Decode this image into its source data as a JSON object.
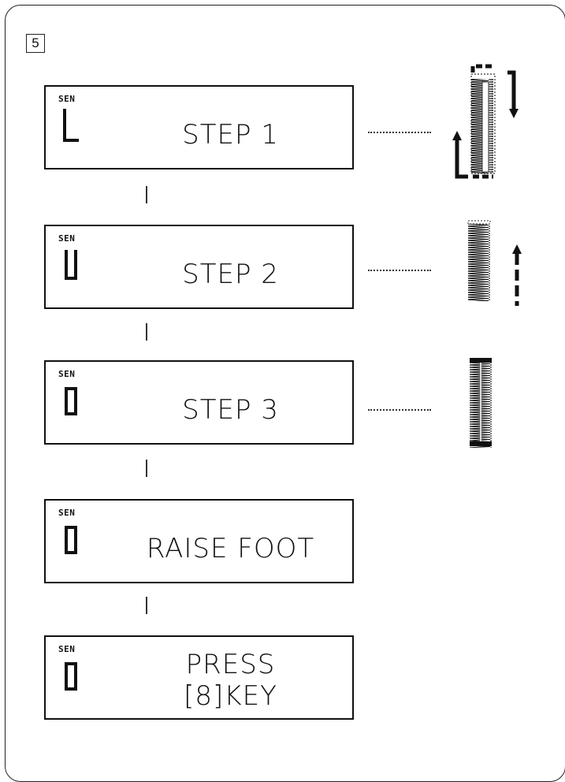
{
  "step_number": "5",
  "panels": [
    {
      "indicator": "SEN",
      "glyph": "L",
      "line1": "STEP 1",
      "line2": ""
    },
    {
      "indicator": "SEN",
      "glyph": "U",
      "line1": "STEP 2",
      "line2": ""
    },
    {
      "indicator": "SEN",
      "glyph": "0",
      "line1": "STEP 3",
      "line2": ""
    },
    {
      "indicator": "SEN",
      "glyph": "0",
      "line1": "RAISE FOOT",
      "line2": ""
    },
    {
      "indicator": "SEN",
      "glyph": "0",
      "line1": "PRESS",
      "line2": "[8]KEY"
    }
  ],
  "icons": [
    "buttonhole-step1-icon",
    "buttonhole-step2-icon",
    "buttonhole-step3-icon"
  ]
}
